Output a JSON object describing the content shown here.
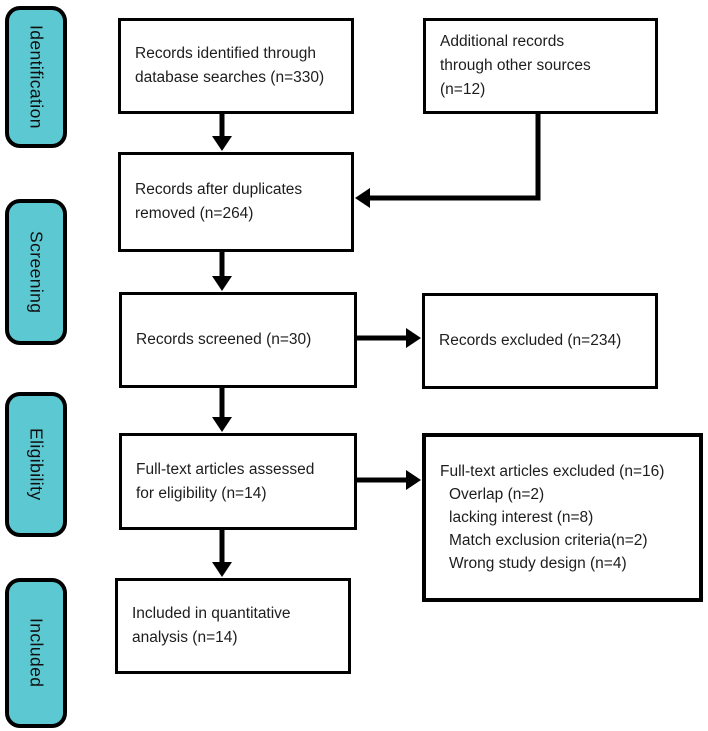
{
  "stages": [
    {
      "label": "Identification"
    },
    {
      "label": "Screening"
    },
    {
      "label": "Eligibility"
    },
    {
      "label": "Included"
    }
  ],
  "boxes": {
    "identified": {
      "lines": [
        "Records identified through",
        "database searches (n=330)"
      ]
    },
    "additional": {
      "lines": [
        "Additional records",
        "through other sources",
        "(n=12)"
      ]
    },
    "duplicates": {
      "lines": [
        "Records after duplicates",
        "removed (n=264)"
      ]
    },
    "screened": {
      "lines": [
        "Records screened (n=30)"
      ]
    },
    "excluded": {
      "lines": [
        "Records excluded (n=234)"
      ]
    },
    "fulltext_assessed": {
      "lines": [
        "Full-text articles assessed",
        "for eligibility (n=14)"
      ]
    },
    "fulltext_excluded": {
      "title": "Full-text articles excluded (n=16)",
      "reasons": [
        "Overlap (n=2)",
        "lacking interest (n=8)",
        "Match exclusion criteria(n=2)",
        "Wrong study design (n=4)"
      ]
    },
    "included": {
      "lines": [
        "Included in quantitative",
        "analysis (n=14)"
      ]
    }
  },
  "colors": {
    "stage_fill": "#5cc8d2",
    "border": "#000000",
    "arrow": "#000000",
    "text": "#1d1d1d"
  }
}
